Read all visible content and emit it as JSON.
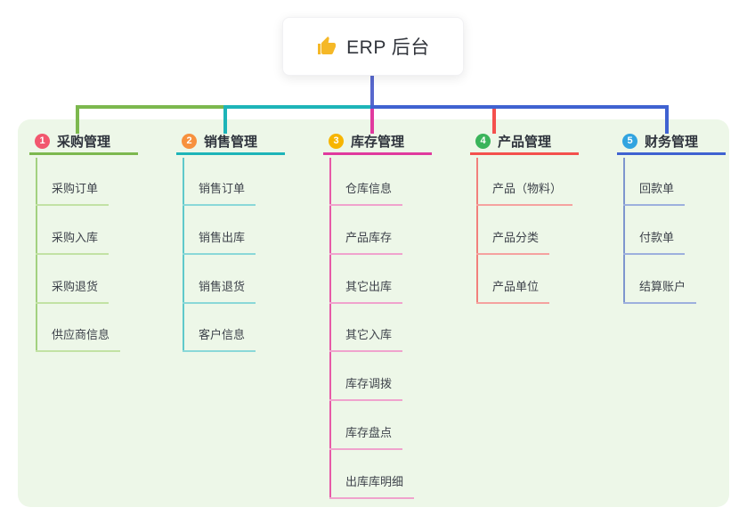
{
  "root": {
    "title": "ERP 后台",
    "icon": "thumbs-up-icon",
    "icon_color": "#f5b827"
  },
  "colors": {
    "background": "#ffffff",
    "panel": "#edf7e8",
    "root_line": "#5868cd"
  },
  "branches": [
    {
      "number": "1",
      "title": "采购管理",
      "badge_color": "#f2576e",
      "line_color": "#7cb84e",
      "spine_color": "#a3d180",
      "item_line_color": "#c2e2a4",
      "items": [
        "采购订单",
        "采购入库",
        "采购退货",
        "供应商信息"
      ]
    },
    {
      "number": "2",
      "title": "销售管理",
      "badge_color": "#f7913e",
      "line_color": "#1db4b8",
      "spine_color": "#5fc9cb",
      "item_line_color": "#8ad8d8",
      "items": [
        "销售订单",
        "销售出库",
        "销售退货",
        "客户信息"
      ]
    },
    {
      "number": "3",
      "title": "库存管理",
      "badge_color": "#f7b500",
      "line_color": "#e03a9e",
      "spine_color": "#e75aa7",
      "item_line_color": "#f0a3cd",
      "items": [
        "仓库信息",
        "产品库存",
        "其它出库",
        "其它入库",
        "库存调拨",
        "库存盘点",
        "出库库明细"
      ]
    },
    {
      "number": "4",
      "title": "产品管理",
      "badge_color": "#3ab45a",
      "line_color": "#f4504d",
      "spine_color": "#f2807c",
      "item_line_color": "#f5a29f",
      "items": [
        "产品（物料）",
        "产品分类",
        "产品单位"
      ]
    },
    {
      "number": "5",
      "title": "财务管理",
      "badge_color": "#31a4e0",
      "line_color": "#3f62d1",
      "spine_color": "#7e96ce",
      "item_line_color": "#9db0dd",
      "items": [
        "回款单",
        "付款单",
        "结算账户"
      ]
    }
  ]
}
